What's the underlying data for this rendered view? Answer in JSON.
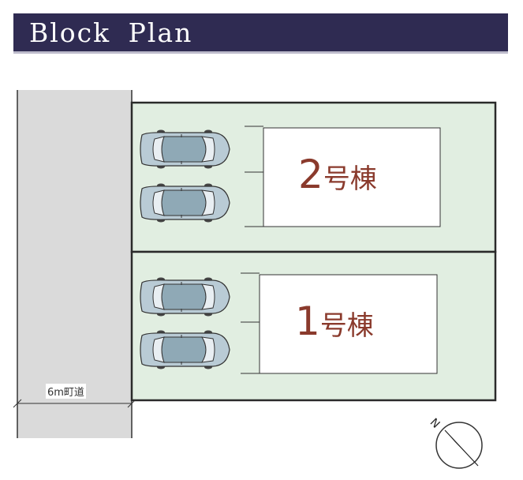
{
  "header": {
    "title": "Block Plan"
  },
  "lots": [
    {
      "number": "2",
      "suffix": "号棟"
    },
    {
      "number": "1",
      "suffix": "号棟"
    }
  ],
  "road": {
    "label": "6m町道"
  },
  "compass": {
    "label": "N",
    "icon": "north-arrow-icon"
  },
  "colors": {
    "header_bg": "#2f2b52",
    "lot_fill": "#e1eee1",
    "road_fill": "#dadada",
    "lot_label": "#8a3a2c",
    "car_body": "#b9cbd5"
  }
}
